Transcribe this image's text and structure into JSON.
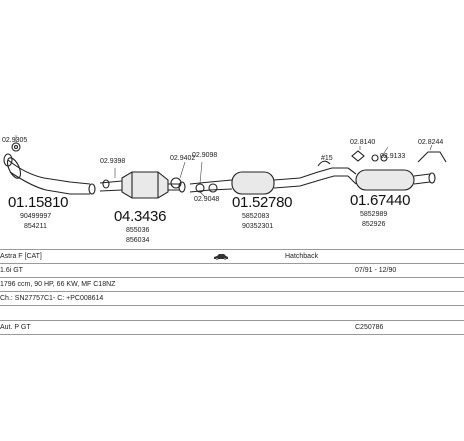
{
  "parts": {
    "p1": {
      "small": "02.9305",
      "big": "01.15810",
      "ref1": "90499997",
      "ref2": "854211"
    },
    "p2": {
      "small": "02.9398",
      "big": "04.3436",
      "ref1": "855036",
      "ref2": "856034"
    },
    "p3": {
      "small_a": "02.9402",
      "small_b": "02.9098",
      "small_c": "02.9048",
      "big": "01.52780",
      "ref1": "5852083",
      "ref2": "90352301"
    },
    "p4": {
      "small_a": "02.8140",
      "small_b": "02.9133",
      "small_c": "02.8244",
      "big": "01.67440",
      "ref1": "5852989",
      "ref2": "852926"
    },
    "flex_mark": "#15"
  },
  "info": {
    "model": "Astra F [CAT]",
    "body": "Hatchback",
    "engine": "1.6i GT",
    "dates": "07/91 - 12/90",
    "spec": "1796 ccm, 90 HP, 66 KW, MF C18NZ",
    "chassis": "Ch.: SN27757C1- C: +PC008614",
    "variant": "Aut. P GT",
    "catalog": "C250786"
  },
  "colors": {
    "line": "#222222",
    "rule": "#9a9a9a",
    "fill": "#e9e9e9"
  }
}
